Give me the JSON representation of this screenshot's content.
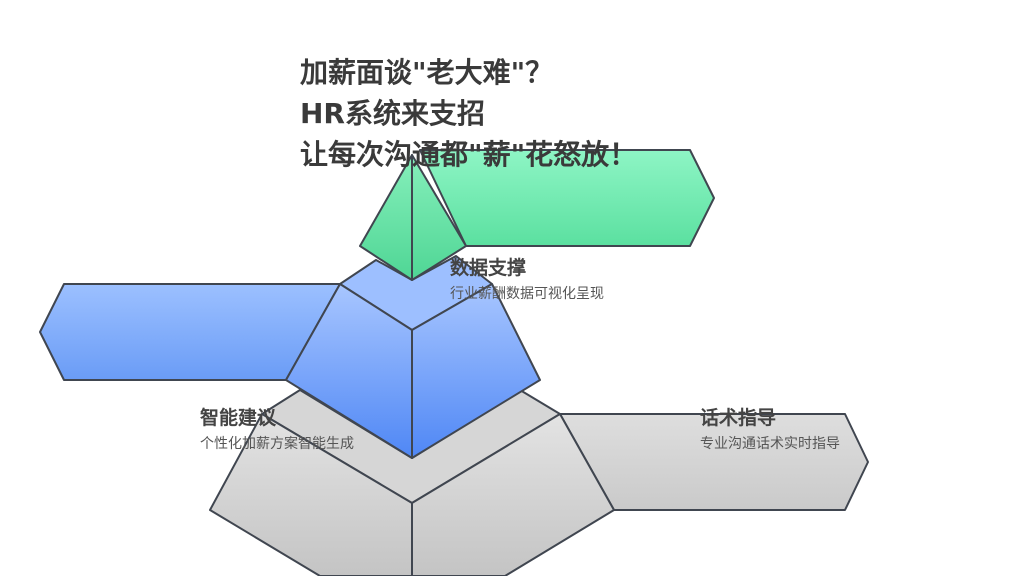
{
  "title": {
    "lines": [
      "加薪面谈\"老大难\"？",
      "HR系统来支招",
      "让每次沟通都\"薪\"花怒放！"
    ]
  },
  "layers": {
    "top": {
      "heading": "数据支撑",
      "desc": "行业薪酬数据可视化呈现"
    },
    "middle": {
      "heading": "智能建议",
      "desc": "个性化加薪方案智能生成"
    },
    "bottom": {
      "heading": "话术指导",
      "desc": "专业沟通话术实时指导"
    }
  },
  "colors": {
    "green": "#5be0a0",
    "blue": "#6a9cf6",
    "gray": "#cfcfcf",
    "stroke": "#404650",
    "text": "#3a3a3a"
  }
}
